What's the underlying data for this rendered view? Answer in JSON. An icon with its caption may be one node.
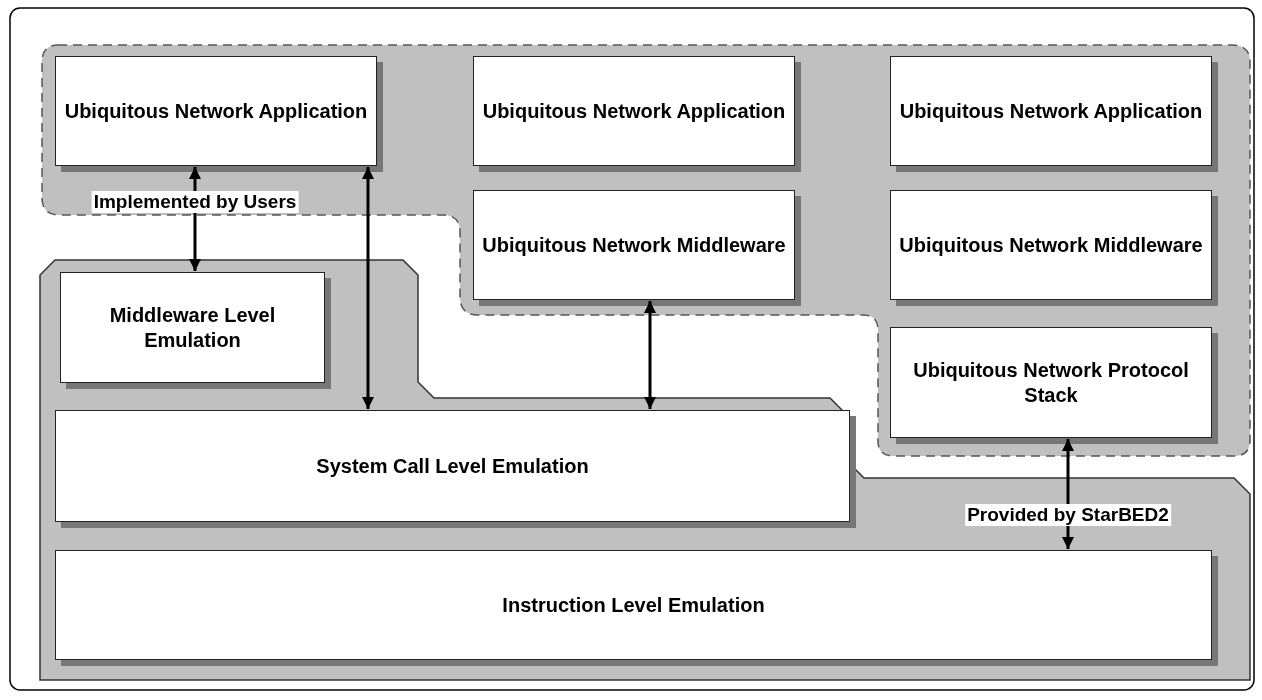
{
  "diagram": {
    "nodes": [
      {
        "text": [
          "Ubiquitous Network Application"
        ]
      },
      {
        "text": [
          "Ubiquitous Network Application"
        ]
      },
      {
        "text": [
          "Ubiquitous Network Application"
        ]
      },
      {
        "text": [
          "Ubiquitous Network Middleware"
        ]
      },
      {
        "text": [
          "Ubiquitous Network Middleware"
        ]
      },
      {
        "text": [
          "Middleware Level Emulation"
        ]
      },
      {
        "text": [
          "Ubiquitous Network Protocol Stack"
        ]
      },
      {
        "text": [
          "System Call Level Emulation"
        ]
      },
      {
        "text": [
          "Instruction Level Emulation"
        ]
      }
    ],
    "edges": [
      {
        "from": 0,
        "to": 5,
        "arrow": "both",
        "label": "Implemented by Users"
      },
      {
        "from": 0,
        "to": 7,
        "arrow": "both"
      },
      {
        "from": 3,
        "to": 7,
        "arrow": "both"
      },
      {
        "from": 6,
        "to": 8,
        "arrow": "both",
        "label": "Provided by StarBED2"
      }
    ]
  }
}
